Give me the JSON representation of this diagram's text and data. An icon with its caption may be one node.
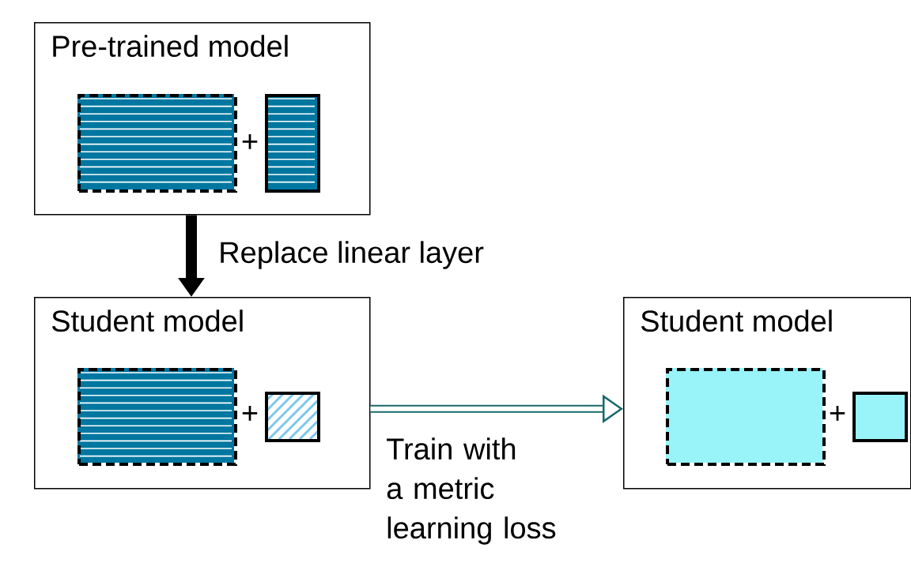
{
  "diagram": {
    "nodes": [
      {
        "text": [
          "Pre-trained model"
        ]
      },
      {
        "text": [],
        "shape": "box",
        "in": 0
      },
      {
        "text": [],
        "shape": "box",
        "in": 0
      },
      {
        "text": [
          "Student model"
        ]
      },
      {
        "text": [],
        "shape": "box",
        "in": 3
      },
      {
        "text": [],
        "shape": "box",
        "in": 3
      },
      {
        "text": [
          "Student model"
        ]
      },
      {
        "text": [],
        "shape": "box",
        "in": 6
      },
      {
        "text": [],
        "shape": "box",
        "in": 6
      }
    ],
    "edges": [
      {
        "from": 0,
        "to": 3,
        "arrow": "to",
        "label": "Replace linear layer"
      },
      {
        "from": 3,
        "to": 6,
        "arrow": "to",
        "label": "Train with a metric learning loss",
        "color": "#17696b"
      }
    ],
    "labels": [
      "+",
      "+",
      "+"
    ]
  }
}
